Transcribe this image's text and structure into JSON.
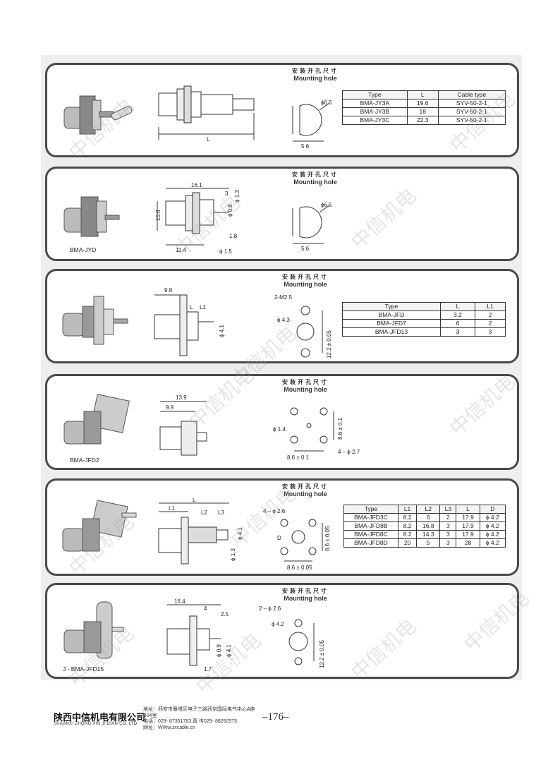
{
  "mounting_hole": {
    "cn": "安装开孔尺寸",
    "en": "Mounting hole"
  },
  "watermark": "中信机电",
  "panels": [
    {
      "label": "",
      "table": {
        "headers": [
          "Type",
          "L",
          "Cable type"
        ],
        "rows": [
          [
            "BMA-JY3A",
            "19.6",
            "SYV-50-2-1"
          ],
          [
            "BMA-JY3B",
            "18",
            "SYV-50-2-1"
          ],
          [
            "BMA-JY3C",
            "22.3",
            "SYV-50-2-1"
          ]
        ]
      },
      "dims": {
        "L": "L",
        "phi": "ϕ6.5",
        "w": "5.6"
      }
    },
    {
      "label": "BMA-JYD",
      "dims": {
        "a": "16.1",
        "b": "10.6",
        "c": "11.4",
        "d": "3",
        "e": "ϕ 1.3",
        "f": "ϕ 0.8",
        "g": "1.8",
        "h": "ϕ 1.5",
        "i": "ϕ6.5",
        "w": "5.6"
      }
    },
    {
      "label": "",
      "table": {
        "headers": [
          "Type",
          "L",
          "L1"
        ],
        "rows": [
          [
            "BMA-JFD",
            "3.2",
            "2"
          ],
          [
            "BMA-JFD7",
            "6",
            "2"
          ],
          [
            "BMA-JFD13",
            "3",
            "3"
          ]
        ]
      },
      "dims": {
        "a": "9.9",
        "b": "L",
        "c": "L1",
        "d": "ϕ 4.1",
        "e": "2-M2.5",
        "f": "ϕ 4.3",
        "g": "12.2 ± 0.05"
      }
    },
    {
      "label": "BMA-JFD2",
      "dims": {
        "a": "13.9",
        "b": "9.9",
        "c": "ϕ 1.4",
        "d": "8.6 ± 0.1",
        "e": "8.6 ± 0.1",
        "f": "4 – ϕ  2.7"
      }
    },
    {
      "label": "",
      "table": {
        "headers": [
          "Type",
          "L1",
          "L2",
          "L3",
          "L",
          "D"
        ],
        "rows": [
          [
            "BMA-JFD3C",
            "8.2",
            "6",
            "2",
            "17.9",
            "ϕ 4.2"
          ],
          [
            "BMA-JFD8B",
            "8.2",
            "16.8",
            "3",
            "17.9",
            "ϕ 4.2"
          ],
          [
            "BMA-JFD8C",
            "8.2",
            "14.3",
            "3",
            "17.9",
            "ϕ 4.2"
          ],
          [
            "BMA-JFD8D",
            "20",
            "5",
            "3",
            "28",
            "ϕ 4.2"
          ]
        ]
      },
      "dims": {
        "a": "L",
        "b": "L1",
        "c": "L2",
        "d": "L3",
        "e": "ϕ 4.1",
        "f": "ϕ 1.3",
        "g": "4 – ϕ  2.6",
        "h": "D",
        "i": "8.6 ± 0.05",
        "j": "8.6 ± 0.05"
      }
    },
    {
      "label": "J  -   BMA-JFD15",
      "dims": {
        "a": "16.4",
        "b": "4",
        "c": "2.5",
        "d": "ϕ 0.9",
        "e": "ϕ 4.1",
        "f": "1.7",
        "g": "2 – ϕ  2.6",
        "h": "ϕ 4.2",
        "i": "12.2 ± 0.05"
      }
    }
  ],
  "footer": {
    "company_cn": "陕西中信机电有限公司",
    "company_en": "SHAANXI ZHONG XIN JI DIAN CO.,LTD",
    "address": "地址：西安市雁塔区电子三路西京国际电气中心A座B04室",
    "phone": "电话：029- 87301783     真 传029- 88292575",
    "web": "网址：WWw.zxcable.cn",
    "page": "–176–"
  }
}
